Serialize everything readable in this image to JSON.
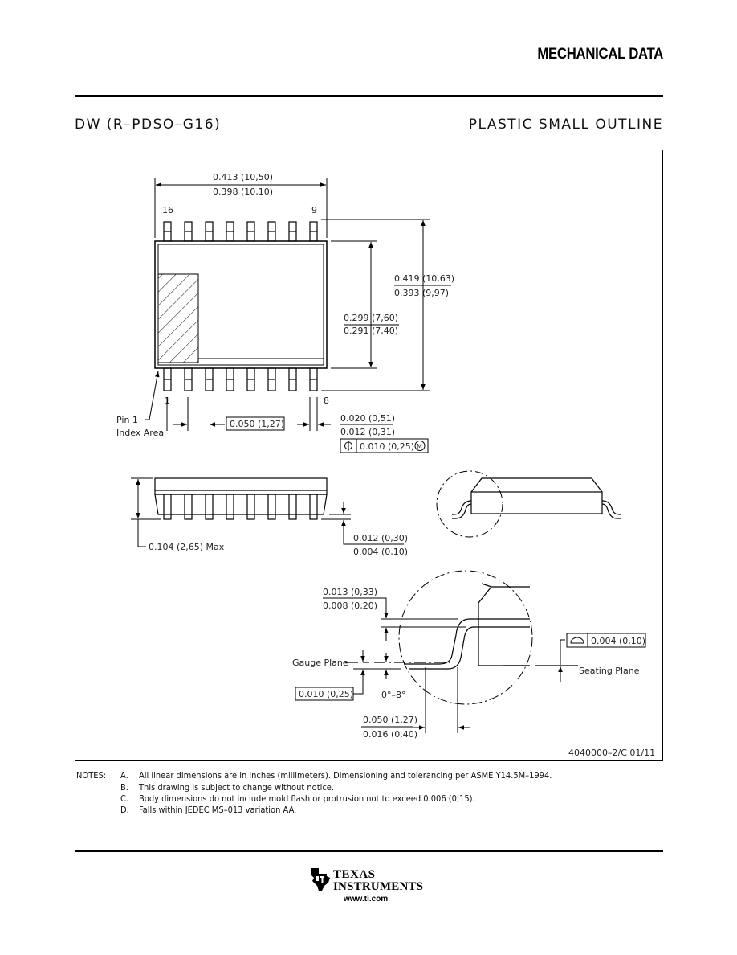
{
  "header": {
    "section_title": "MECHANICAL DATA",
    "package_code": "DW (R–PDSO–G16)",
    "package_type": "PLASTIC SMALL OUTLINE"
  },
  "drawing": {
    "top_view": {
      "pin_label_16": "16",
      "pin_label_9": "9",
      "pin_label_1": "1",
      "pin_label_8": "8",
      "width_max": "0.413 (10,50)",
      "width_min": "0.398 (10,10)",
      "overall_height_max": "0.419 (10,63)",
      "overall_height_min": "0.393 (9,97)",
      "body_height_max": "0.299 (7,60)",
      "body_height_min": "0.291 (7,40)",
      "pin1_label_line1": "Pin 1",
      "pin1_label_line2": "Index Area",
      "pitch": "0.050 (1,27)",
      "lead_width_max": "0.020 (0,51)",
      "lead_width_min": "0.012 (0,31)",
      "position_tolerance": "0.010 (0,25)",
      "mmc_symbol": "M"
    },
    "side_view": {
      "height_max": "0.104 (2,65) Max",
      "standoff_max": "0.012 (0,30)",
      "standoff_min": "0.004 (0,10)"
    },
    "detail_view": {
      "lead_thickness_max": "0.013 (0,33)",
      "lead_thickness_min": "0.008 (0,20)",
      "gauge_plane": "Gauge Plane",
      "gauge_distance": "0.010 (0,25)",
      "angle": "0°–8°",
      "foot_length_max": "0.050 (1,27)",
      "foot_length_min": "0.016 (0,40)",
      "coplanarity": "0.004 (0,10)",
      "seating_plane": "Seating Plane"
    },
    "drawing_id": "4040000–2/C 01/11"
  },
  "notes": {
    "label": "NOTES:",
    "items": [
      {
        "letter": "A.",
        "text": "All linear dimensions are in inches (millimeters). Dimensioning and tolerancing per ASME Y14.5M–1994."
      },
      {
        "letter": "B.",
        "text": "This drawing is subject to change without notice."
      },
      {
        "letter": "C.",
        "text": "Body dimensions do not include mold flash or protrusion not to exceed 0.006 (0,15)."
      },
      {
        "letter": "D.",
        "text": "Falls within JEDEC MS–013 variation AA."
      }
    ]
  },
  "footer": {
    "brand_line1": "TEXAS",
    "brand_line2": "INSTRUMENTS",
    "url": "www.ti.com",
    "logo_icon": "ti-state-logo-icon"
  }
}
